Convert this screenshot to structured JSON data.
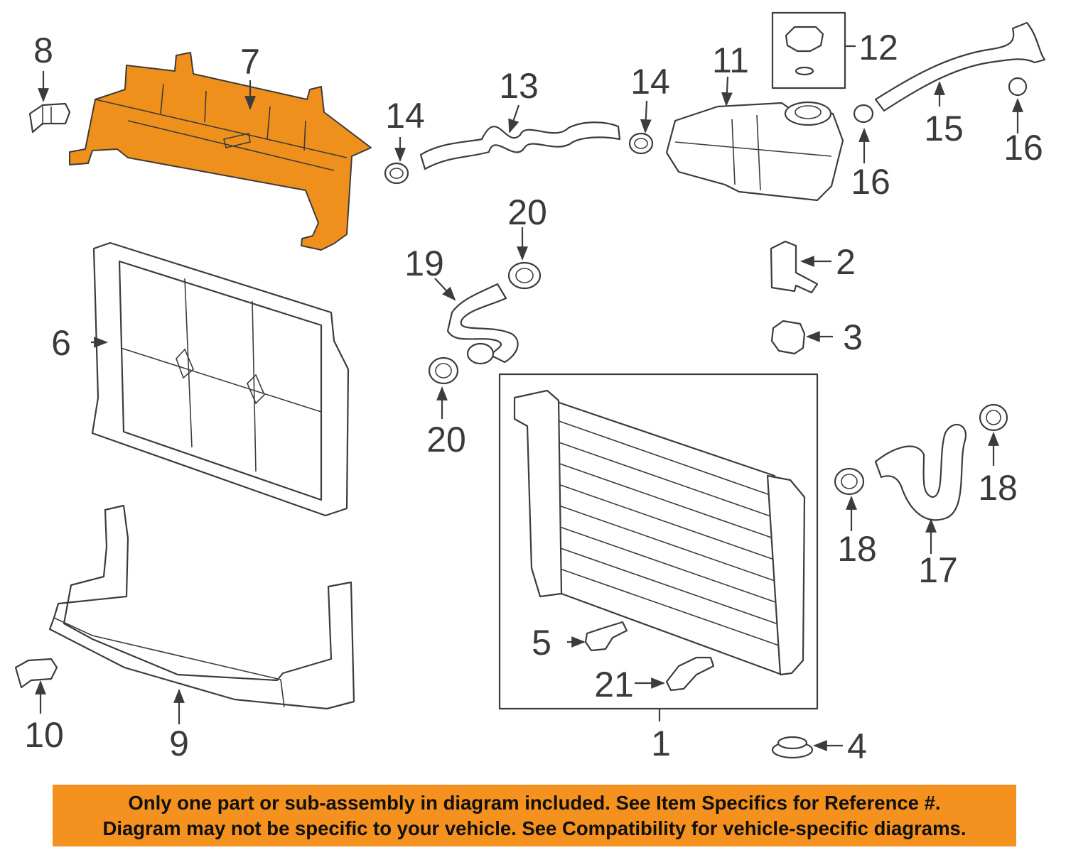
{
  "diagram": {
    "highlight_color": "#f0901c",
    "callouts": {
      "c1": "1",
      "c2": "2",
      "c3": "3",
      "c4": "4",
      "c5": "5",
      "c6": "6",
      "c7": "7",
      "c8": "8",
      "c9": "9",
      "c10": "10",
      "c11": "11",
      "c12": "12",
      "c13": "13",
      "c14a": "14",
      "c14b": "14",
      "c15": "15",
      "c16a": "16",
      "c16b": "16",
      "c17": "17",
      "c18a": "18",
      "c18b": "18",
      "c19": "19",
      "c20a": "20",
      "c20b": "20",
      "c21": "21"
    }
  },
  "banner": {
    "line1": "Only one part or sub-assembly in diagram included. See Item Specifics for Reference #.",
    "line2": "Diagram may not be specific to your vehicle. See Compatibility for vehicle-specific diagrams.",
    "background": "#f5911e"
  }
}
